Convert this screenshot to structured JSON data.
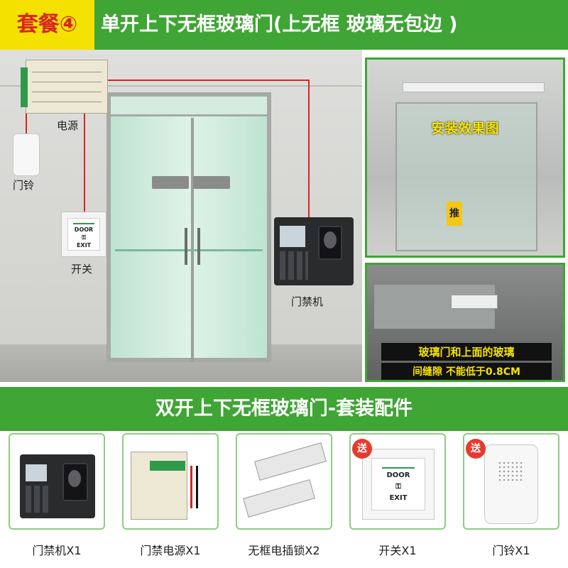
{
  "header": {
    "badge": "套餐④",
    "title": "单开上下无框玻璃门(上无框 玻璃无包边 )"
  },
  "scene": {
    "labels": {
      "power": "电源",
      "doorbell": "门铃",
      "switch": "开关",
      "access_control": "门禁机"
    },
    "exit_button": {
      "line1": "DOOR",
      "line2": "EXIT"
    }
  },
  "photos": {
    "top_caption": "安装效果图",
    "push_sign": "推",
    "bottom_caption_line1": "玻璃门和上面的玻璃",
    "bottom_caption_line2": "间缝隙 不能低于0.8CM"
  },
  "section": {
    "title": "双开上下无框玻璃门-套装配件"
  },
  "products": [
    {
      "label": "门禁机X1",
      "gift": ""
    },
    {
      "label": "门禁电源X1",
      "gift": ""
    },
    {
      "label": "无框电插锁X2",
      "gift": ""
    },
    {
      "label": "开关X1",
      "gift": "送"
    },
    {
      "label": "门铃X1",
      "gift": "送"
    }
  ],
  "colors": {
    "brand_green": "#3fa535",
    "badge_yellow": "#f5e100",
    "badge_red": "#d7261f",
    "gift_red": "#e53b2e",
    "caption_yellow": "#f7e300"
  }
}
